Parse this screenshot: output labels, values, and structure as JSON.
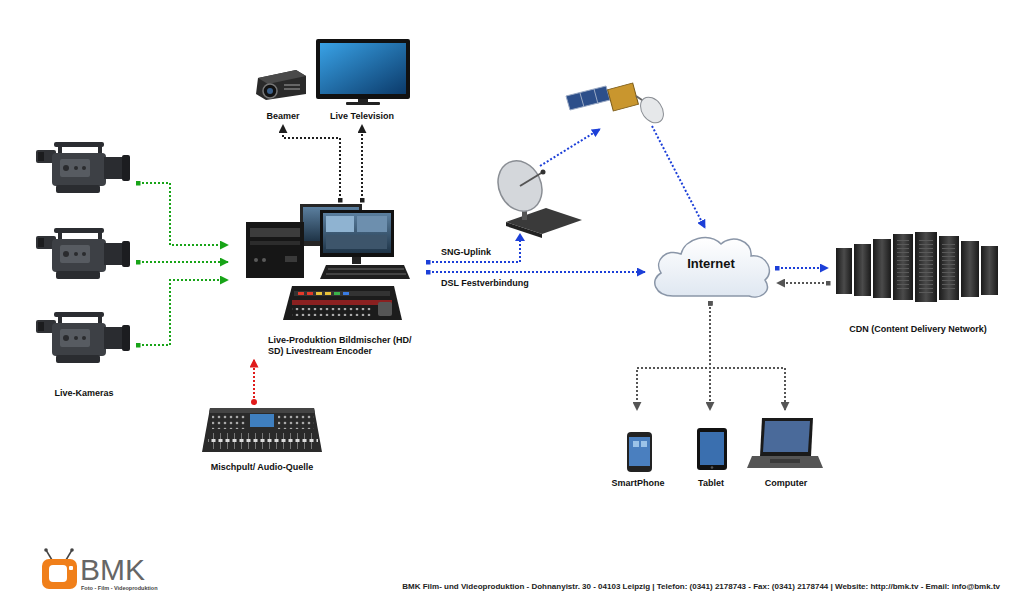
{
  "diagram": {
    "nodes": [
      {
        "text": [
          "Live-Kameras"
        ]
      },
      {
        "text": [
          "Live-Produktion Bildmischer (HD/ SD) Livestream Encoder"
        ]
      },
      {
        "text": [
          "Beamer"
        ]
      },
      {
        "text": [
          "Live Television"
        ]
      },
      {
        "text": [
          "Mischpult/ Audio-Quelle"
        ]
      },
      {
        "text": [
          "Internet"
        ]
      },
      {
        "text": [
          "CDN (Content Delivery Network)"
        ]
      },
      {
        "text": [
          "SmartPhone"
        ]
      },
      {
        "text": [
          "Tablet"
        ]
      },
      {
        "text": [
          "Computer"
        ]
      }
    ],
    "edges": [
      {
        "from": 0,
        "to": 1,
        "arrow": "to"
      },
      {
        "from": 0,
        "to": 1,
        "arrow": "to"
      },
      {
        "from": 0,
        "to": 1,
        "arrow": "to"
      },
      {
        "from": 4,
        "to": 1,
        "arrow": "to"
      },
      {
        "from": 1,
        "to": 2,
        "arrow": "to"
      },
      {
        "from": 1,
        "to": 3,
        "arrow": "to"
      },
      {
        "from": 1,
        "to": 5,
        "label": "SNG-Uplink",
        "arrow": "to"
      },
      {
        "from": 1,
        "to": 5,
        "label": "DSL Festverbindung",
        "arrow": "to"
      },
      {
        "from": 5,
        "to": 6,
        "arrow": "to"
      },
      {
        "from": 6,
        "to": 5,
        "arrow": "to"
      },
      {
        "from": 5,
        "to": 7,
        "arrow": "to"
      },
      {
        "from": 5,
        "to": 8,
        "arrow": "to"
      },
      {
        "from": 5,
        "to": 9,
        "arrow": "to"
      }
    ],
    "labels": [
      "BMK",
      "Foto - Film - Videoproduktion",
      "BMK Film- und Videoproduktion - Dohnanyistr. 30 - 04103 Leipzig | Telefon: (0341) 2178743 - Fax: (0341) 2178744 | Website: http://bmk.tv - Email: info@bmk.tv"
    ]
  }
}
